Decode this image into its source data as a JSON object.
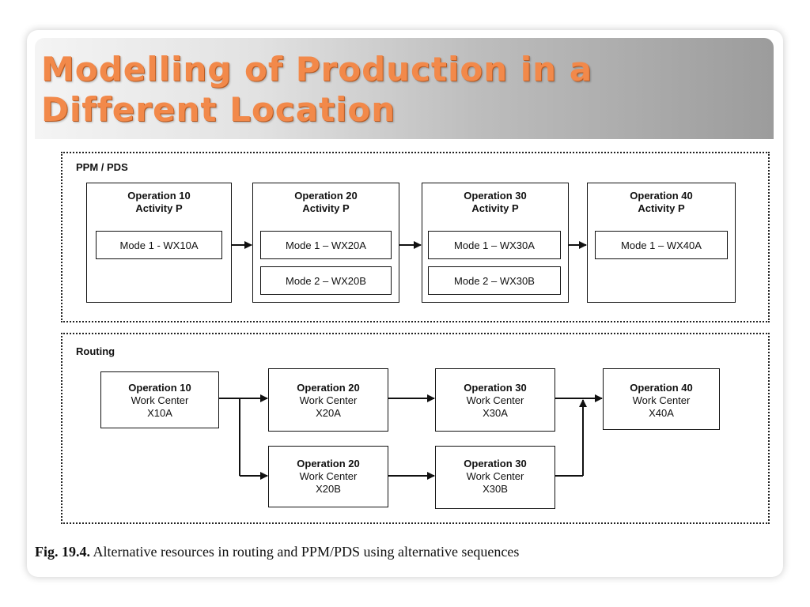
{
  "slide": {
    "title": "Modelling of Production in a Different Location"
  },
  "ppm": {
    "label": "PPM / PDS",
    "operations": [
      {
        "title": "Operation 10",
        "sub": "Activity P",
        "modes": [
          "Mode 1 - WX10A"
        ]
      },
      {
        "title": "Operation 20",
        "sub": "Activity P",
        "modes": [
          "Mode 1 – WX20A",
          "Mode 2 – WX20B"
        ]
      },
      {
        "title": "Operation 30",
        "sub": "Activity P",
        "modes": [
          "Mode 1 – WX30A",
          "Mode 2 – WX30B"
        ]
      },
      {
        "title": "Operation 40",
        "sub": "Activity P",
        "modes": [
          "Mode 1 – WX40A"
        ]
      }
    ]
  },
  "routing": {
    "label": "Routing",
    "op10": {
      "title": "Operation 10",
      "line1": "Work Center",
      "line2": "X10A"
    },
    "op20a": {
      "title": "Operation 20",
      "line1": "Work Center",
      "line2": "X20A"
    },
    "op30a": {
      "title": "Operation 30",
      "line1": "Work Center",
      "line2": "X30A"
    },
    "op40": {
      "title": "Operation 40",
      "line1": "Work Center",
      "line2": "X40A"
    },
    "op20b": {
      "title": "Operation 20",
      "line1": "Work Center",
      "line2": "X20B"
    },
    "op30b": {
      "title": "Operation 30",
      "line1": "Work Center",
      "line2": "X30B"
    }
  },
  "caption": {
    "prefix": "Fig. 19.4.",
    "text": " Alternative resources in routing and PPM/PDS using alternative sequences"
  }
}
